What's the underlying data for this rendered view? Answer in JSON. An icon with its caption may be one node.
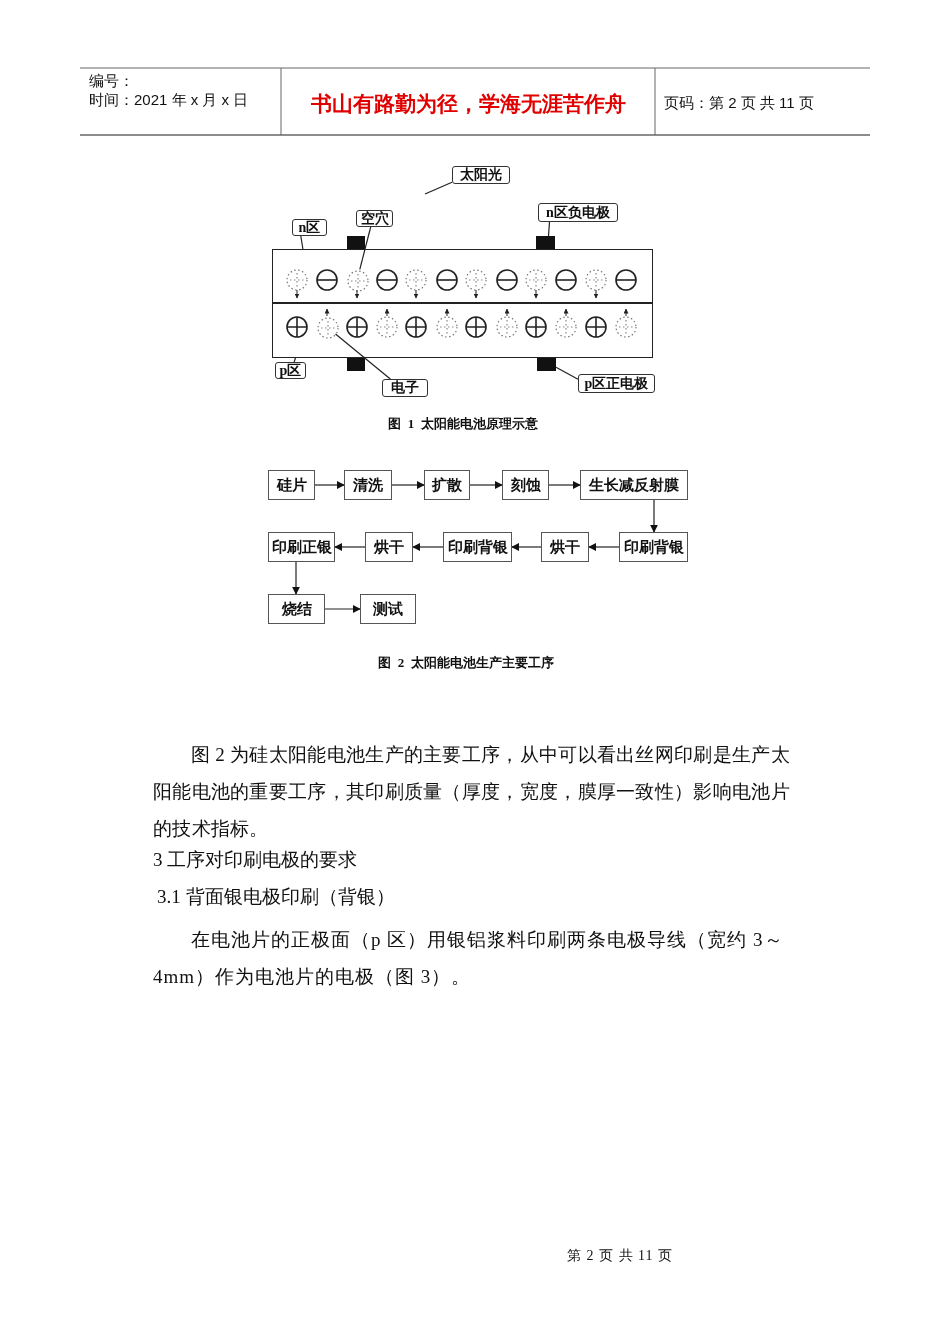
{
  "diagram": {
    "nodes": [
      {
        "text": [
          "太阳光"
        ]
      },
      {
        "text": [
          "n区"
        ]
      },
      {
        "text": [
          "空穴"
        ]
      },
      {
        "text": [
          "n区负电极"
        ]
      },
      {
        "text": [],
        "shape": "box"
      },
      {
        "text": [],
        "shape": "circle",
        "in": 4
      },
      {
        "text": [],
        "shape": "bar"
      },
      {
        "text": [],
        "shape": "box"
      },
      {
        "text": [],
        "shape": "circle",
        "in": 7
      },
      {
        "text": [],
        "shape": "bar"
      },
      {
        "text": [
          "p区"
        ]
      },
      {
        "text": [
          "电子"
        ]
      },
      {
        "text": [
          "p区正电极"
        ]
      },
      {
        "text": [
          "硅片"
        ]
      },
      {
        "text": [
          "清洗"
        ]
      },
      {
        "text": [
          "扩散"
        ]
      },
      {
        "text": [
          "刻蚀"
        ]
      },
      {
        "text": [
          "生长减反射膜"
        ]
      },
      {
        "text": [
          "印刷正银"
        ]
      },
      {
        "text": [
          "烘干"
        ]
      },
      {
        "text": [
          "印刷背银"
        ]
      },
      {
        "text": [
          "烘干"
        ]
      },
      {
        "text": [
          "印刷背银"
        ]
      },
      {
        "text": [
          "烧结"
        ]
      },
      {
        "text": [
          "测试"
        ]
      }
    ],
    "edges": [
      {
        "from": 0,
        "to": null,
        "arrow": "none"
      },
      {
        "from": 1,
        "to": 4,
        "arrow": "none"
      },
      {
        "from": 2,
        "to": 5,
        "arrow": "none"
      },
      {
        "from": 3,
        "to": 6,
        "arrow": "none"
      },
      {
        "from": 10,
        "to": 7,
        "arrow": "none"
      },
      {
        "from": 11,
        "to": 8,
        "arrow": "none"
      },
      {
        "from": 12,
        "to": 9,
        "arrow": "none"
      },
      {
        "from": 13,
        "to": 14,
        "arrow": "to"
      },
      {
        "from": 14,
        "to": 15,
        "arrow": "to"
      },
      {
        "from": 15,
        "to": 16,
        "arrow": "to"
      },
      {
        "from": 16,
        "to": 17,
        "arrow": "to"
      },
      {
        "from": 17,
        "to": 22,
        "arrow": "to"
      },
      {
        "from": 22,
        "to": 21,
        "arrow": "to"
      },
      {
        "from": 21,
        "to": 20,
        "arrow": "to"
      },
      {
        "from": 20,
        "to": 19,
        "arrow": "to"
      },
      {
        "from": 19,
        "to": 18,
        "arrow": "to"
      },
      {
        "from": 18,
        "to": 23,
        "arrow": "to"
      },
      {
        "from": 23,
        "to": 24,
        "arrow": "to"
      }
    ],
    "labels": [
      "编号：",
      "时间：2021 年 x 月 x 日",
      "书山有路勤为径，学海无涯苦作舟",
      "页码：第 2 页 共 11 页",
      "图 1 太阳能电池原理示意",
      "图 2 太阳能电池生产主要工序",
      "图 2 为硅太阳能电池生产的主要工序，从中可以看出丝网印刷是生产太阳能电池的重要工序，其印刷质量（厚度，宽度，膜厚一致性）影响电池片的技术指标。",
      "3 工序对印刷电极的要求",
      "3.1 背面银电极印刷（背银）",
      "在电池片的正极面（p 区）用银铝浆料印刷两条电极导线（宽约 3～4mm）作为电池片的电极（图 3）。",
      "第 2 页 共 11 页"
    ]
  }
}
